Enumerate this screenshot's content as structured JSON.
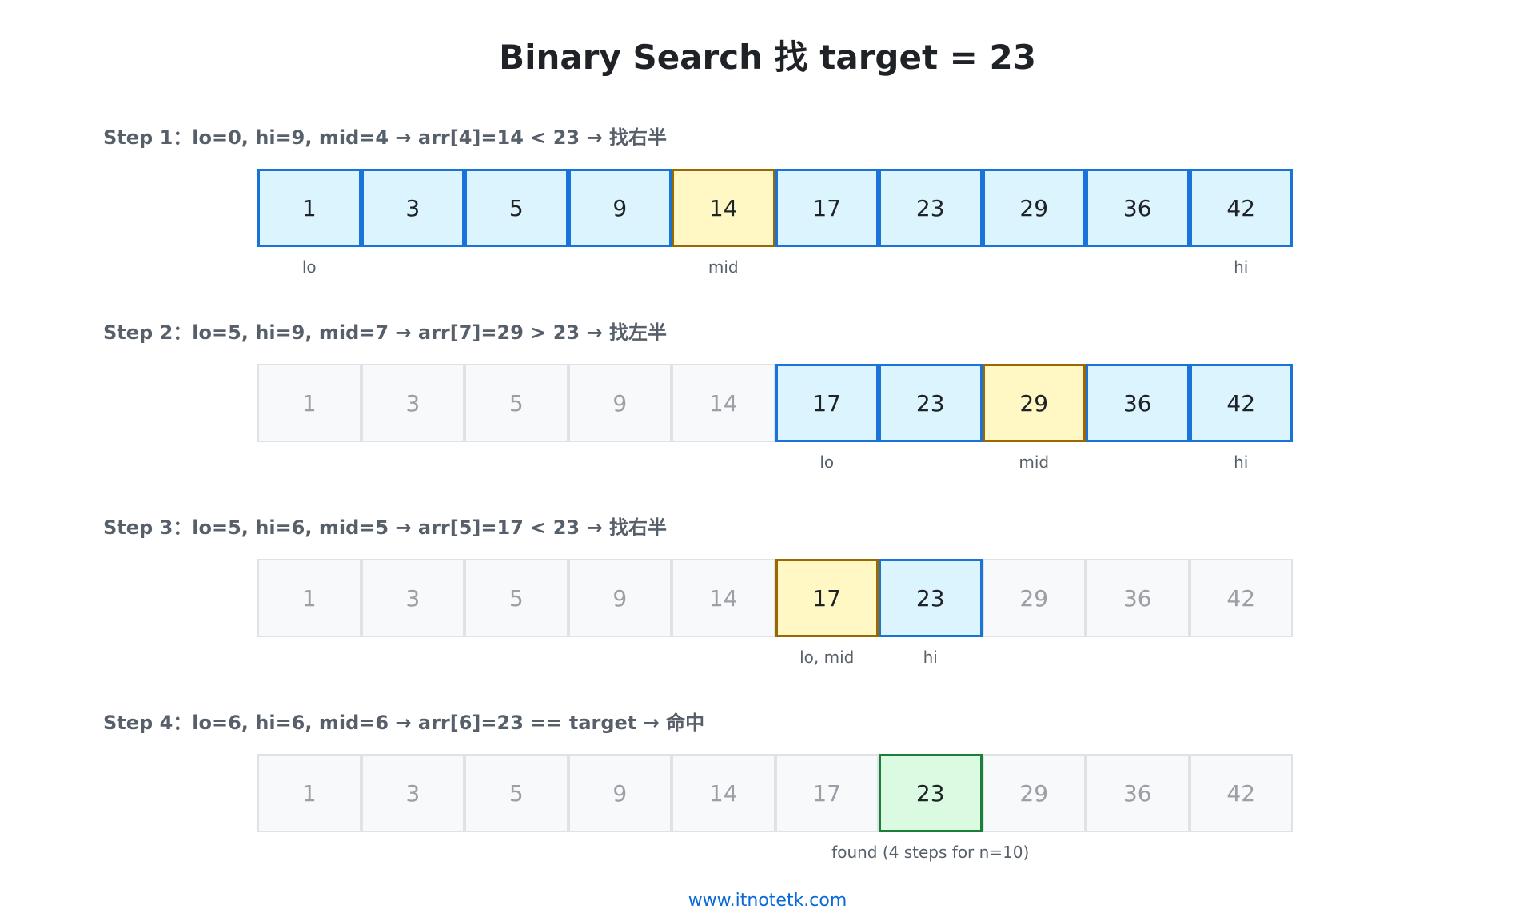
{
  "title": "Binary Search 找 target = 23",
  "array": [
    1,
    3,
    5,
    9,
    14,
    17,
    23,
    29,
    36,
    42
  ],
  "colors": {
    "active_fill": "#dcf4fd",
    "active_border": "#1a73d9",
    "mid_fill": "#fff8c5",
    "mid_border": "#9a6700",
    "found_fill": "#dafbe1",
    "found_border": "#1a7f37",
    "inactive_fill": "#f8f9fa",
    "inactive_border": "#dfe2e6"
  },
  "steps": [
    {
      "label": "Step 1：lo=0, hi=9, mid=4 → arr[4]=14 < 23 → 找右半",
      "states": [
        "active",
        "active",
        "active",
        "active",
        "mid",
        "active",
        "active",
        "active",
        "active",
        "active"
      ],
      "markers": [
        {
          "index": 0,
          "text": "lo"
        },
        {
          "index": 4,
          "text": "mid"
        },
        {
          "index": 9,
          "text": "hi"
        }
      ]
    },
    {
      "label": "Step 2：lo=5, hi=9, mid=7 → arr[7]=29 > 23 → 找左半",
      "states": [
        "inactive",
        "inactive",
        "inactive",
        "inactive",
        "inactive",
        "active",
        "active",
        "mid",
        "active",
        "active"
      ],
      "markers": [
        {
          "index": 5,
          "text": "lo"
        },
        {
          "index": 7,
          "text": "mid"
        },
        {
          "index": 9,
          "text": "hi"
        }
      ]
    },
    {
      "label": "Step 3：lo=5, hi=6, mid=5 → arr[5]=17 < 23 → 找右半",
      "states": [
        "inactive",
        "inactive",
        "inactive",
        "inactive",
        "inactive",
        "mid",
        "active",
        "inactive",
        "inactive",
        "inactive"
      ],
      "markers": [
        {
          "index": 5,
          "text": "lo, mid"
        },
        {
          "index": 6,
          "text": "hi"
        }
      ]
    },
    {
      "label": "Step 4：lo=6, hi=6, mid=6 → arr[6]=23 == target → 命中",
      "states": [
        "inactive",
        "inactive",
        "inactive",
        "inactive",
        "inactive",
        "inactive",
        "found",
        "inactive",
        "inactive",
        "inactive"
      ],
      "markers": [
        {
          "index": 6,
          "text": "found (4 steps for n=10)"
        }
      ]
    }
  ],
  "footer": "www.itnotetk.com"
}
